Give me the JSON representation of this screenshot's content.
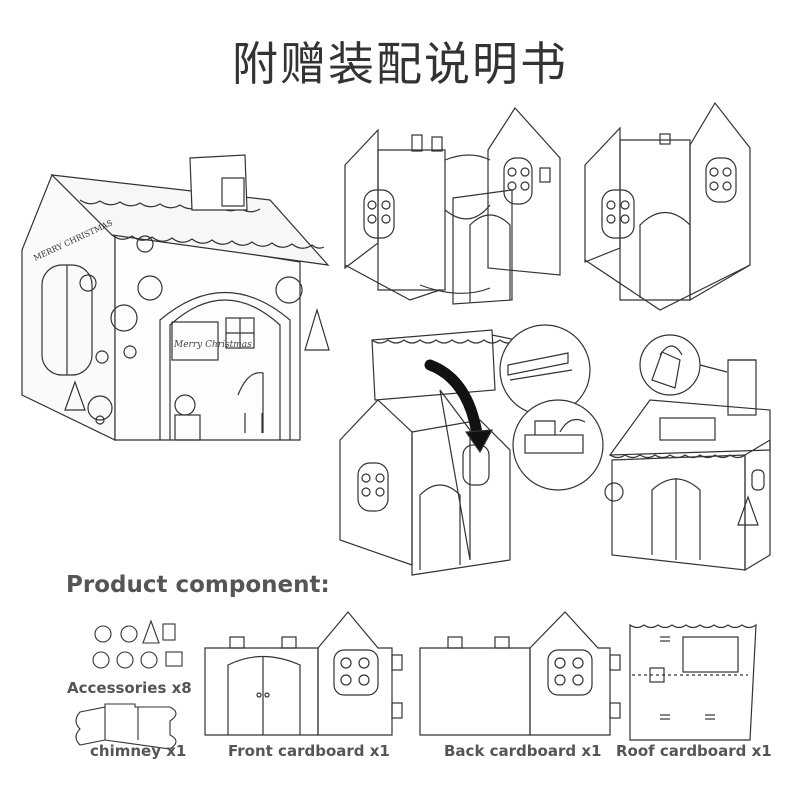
{
  "title": "附赠装配说明书",
  "house_banner": "MERRY CHRISTMAS",
  "house_sign": "Merry Christmas",
  "heading": "Product component:",
  "components": [
    {
      "label": "Accessories x8"
    },
    {
      "label": "chimney x1"
    },
    {
      "label": "Front cardboard x1"
    },
    {
      "label": "Back cardboard x1"
    },
    {
      "label": "Roof cardboard x1"
    }
  ],
  "colors": {
    "line": "#333333",
    "label": "#555555",
    "arrow": "#111111"
  }
}
